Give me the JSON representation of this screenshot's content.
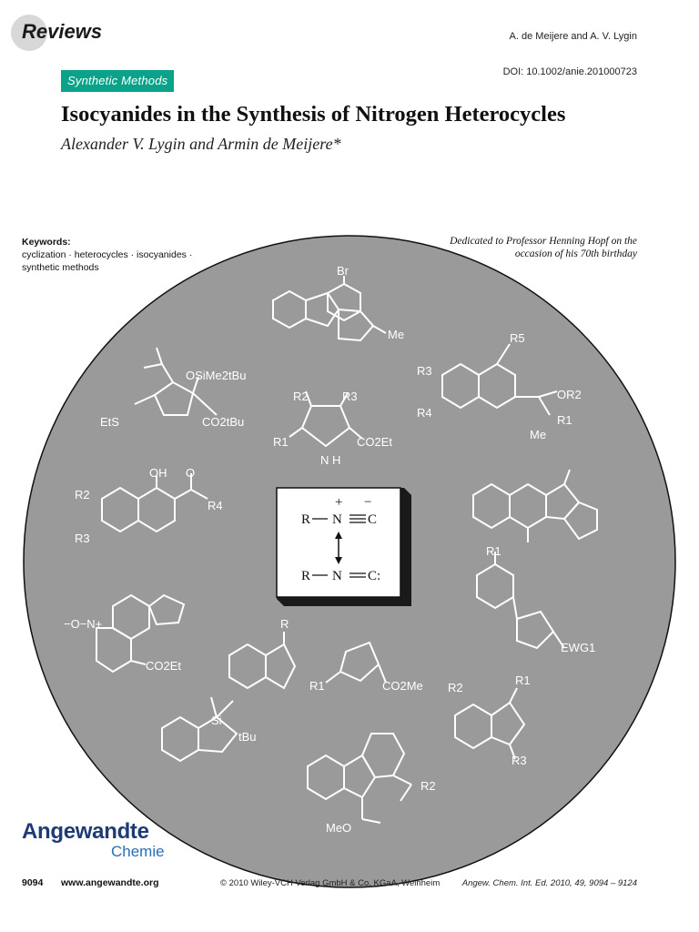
{
  "header": {
    "section": "Reviews",
    "authors_short": "A. de Meijere and A. V. Lygin",
    "category": "Synthetic Methods",
    "doi": "DOI: 10.1002/anie.201000723"
  },
  "article": {
    "title": "Isocyanides in the Synthesis of Nitrogen Heterocycles",
    "authors": "Alexander V. Lygin and Armin de Meijere*"
  },
  "keywords": {
    "heading": "Keywords:",
    "line1": "cyclization · heterocycles · isocyanides ·",
    "line2": "synthetic methods"
  },
  "dedication": {
    "line1": "Dedicated to Professor Henning Hopf on the",
    "line2": "occasion of his 70th birthday"
  },
  "graphic": {
    "center_box": {
      "charge_plus": "+",
      "charge_minus": "−",
      "r1": "R",
      "n1": "N",
      "c1": "C",
      "r2": "R",
      "n2": "N",
      "c2": "C:"
    },
    "labels": {
      "br": "Br",
      "me_top": "Me",
      "osime": "OSiMe2tBu",
      "ets": "EtS",
      "co2tbu": "CO2tBu",
      "r2_pyr": "R2",
      "r3_pyr": "R3",
      "r1_pyr": "R1",
      "co2et_pyr": "CO2Et",
      "nh": "N\nH",
      "r5_ox": "R5",
      "r3_ox": "R3",
      "r4_ox": "R4",
      "or2_ox": "OR2",
      "r1_ox": "R1",
      "me_ox": "Me",
      "oh_q": "OH",
      "r2_q": "R2",
      "r3_q": "R3",
      "r4_q": "R4",
      "o_q": "O",
      "n_oxide": "−O−N+",
      "co2et_q": "CO2Et",
      "r_bim": "R",
      "r1_oxz": "R1",
      "co2me": "CO2Me",
      "r1_imid": "R1",
      "ewg": "EWG1",
      "r2_ind": "R2",
      "r1_ind": "R1",
      "r3_ind": "R3",
      "si": "Si",
      "tbu": "tBu",
      "r2_bc": "R2",
      "meo": "MeO"
    }
  },
  "footer": {
    "logo_main": "Angewandte",
    "logo_sub": "Chemie",
    "page": "9094",
    "site": "www.angewandte.org",
    "copyright": "© 2010 Wiley-VCH Verlag GmbH & Co. KGaA, Weinheim",
    "citation": "Angew. Chem. Int. Ed. 2010, 49, 9094 – 9124"
  }
}
